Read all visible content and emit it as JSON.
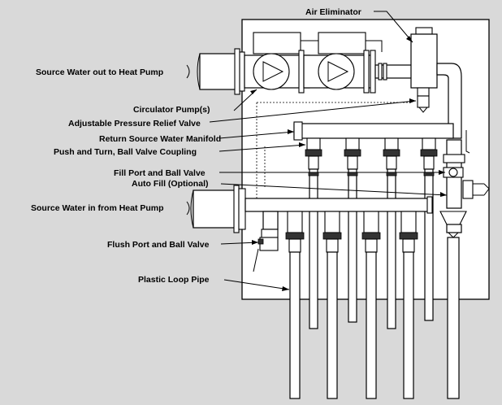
{
  "labels": {
    "air_eliminator": "Air Eliminator",
    "source_out": "Source Water out to Heat Pump",
    "circulator": "Circulator Pump(s)",
    "relief_valve": "Adjustable Pressure Relief Valve",
    "return_manifold": "Return Source Water Manifold",
    "push_turn": "Push and Turn, Ball Valve Coupling",
    "fill_port": "Fill Port and Ball Valve",
    "auto_fill": "Auto Fill (Optional)",
    "source_in": "Source Water in from Heat Pump",
    "flush_port": "Flush Port and Ball Valve",
    "loop_pipe": "Plastic Loop Pipe"
  },
  "colors": {
    "background": "#d9d9d9",
    "panel": "#ffffff",
    "line": "#000000"
  }
}
